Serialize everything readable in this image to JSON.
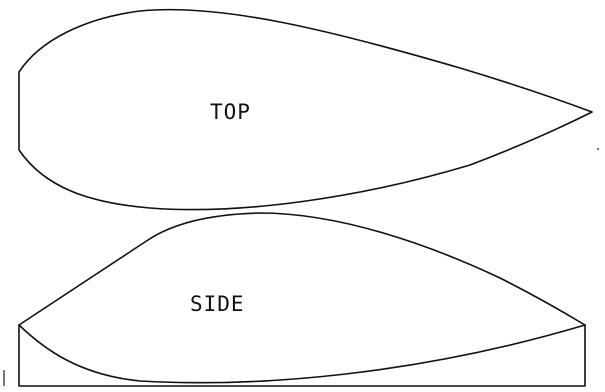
{
  "diagram": {
    "views": [
      {
        "id": "top",
        "label": "TOP"
      },
      {
        "id": "side",
        "label": "SIDE"
      }
    ],
    "line_color": "#111111",
    "background_color": "#ffffff"
  }
}
